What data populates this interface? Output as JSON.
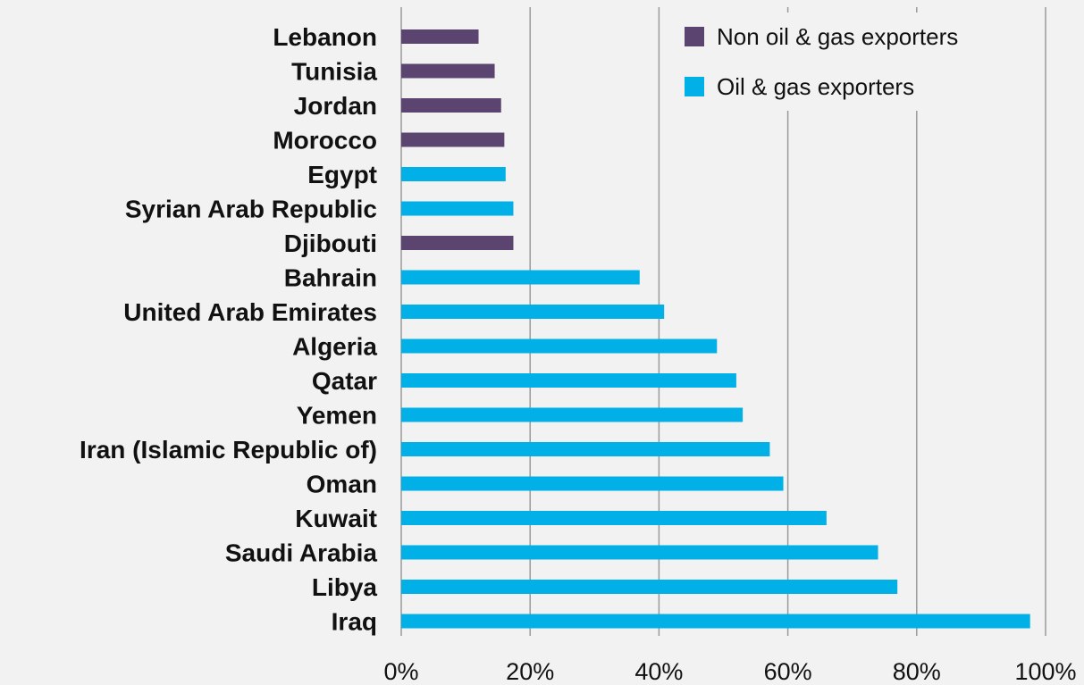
{
  "chart_data": {
    "type": "bar",
    "orientation": "horizontal",
    "title": "",
    "xlabel": "",
    "ylabel": "",
    "xlim": [
      0,
      100
    ],
    "x_ticks": [
      "0%",
      "20%",
      "40%",
      "60%",
      "80%",
      "100%"
    ],
    "grid": "vertical",
    "legend_position": "top-right",
    "legend": [
      {
        "key": "non_oil",
        "label": "Non oil & gas exporters",
        "color": "#5b4570"
      },
      {
        "key": "oil",
        "label": "Oil & gas exporters",
        "color": "#00b0e6"
      }
    ],
    "categories": [
      "Lebanon",
      "Tunisia",
      "Jordan",
      "Morocco",
      "Egypt",
      "Syrian Arab Republic",
      "Djibouti",
      "Bahrain",
      "United Arab Emirates",
      "Algeria",
      "Qatar",
      "Yemen",
      "Iran (Islamic Republic of)",
      "Oman",
      "Kuwait",
      "Saudi Arabia",
      "Libya",
      "Iraq"
    ],
    "values": [
      12,
      14.5,
      15.5,
      16,
      16.2,
      17.4,
      17.4,
      37,
      40.8,
      49,
      52,
      53,
      57.2,
      59.3,
      66,
      74,
      77,
      97.6
    ],
    "group": [
      "non_oil",
      "non_oil",
      "non_oil",
      "non_oil",
      "oil",
      "oil",
      "non_oil",
      "oil",
      "oil",
      "oil",
      "oil",
      "oil",
      "oil",
      "oil",
      "oil",
      "oil",
      "oil",
      "oil"
    ]
  }
}
